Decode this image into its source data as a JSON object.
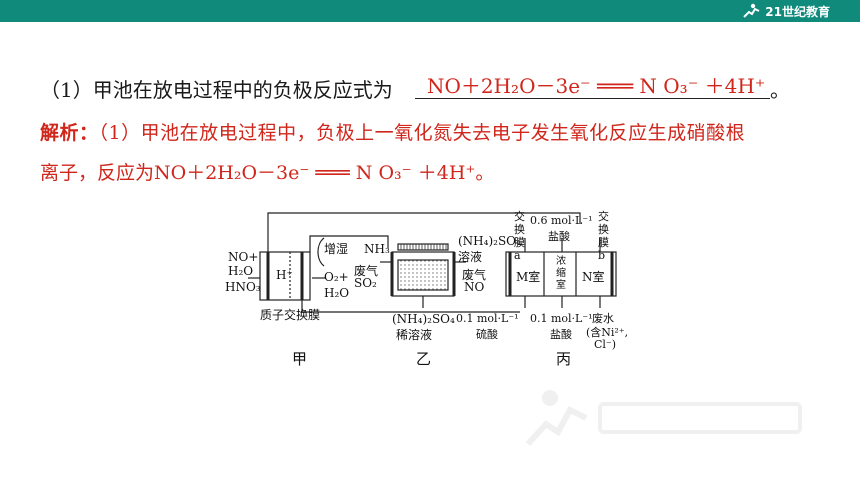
{
  "header": {
    "logo_text": "21世纪教育"
  },
  "question": {
    "text": "（1）甲池在放电过程中的负极反应式为",
    "answer": "NO＋2H₂O－3e⁻ ═══ N O₃⁻ ＋4H⁺",
    "end": "。"
  },
  "explanation": {
    "label": "解析：",
    "line1": "（1）甲池在放电过程中，负极上一氧化氮失去电子发生氧化反应生成硝酸根",
    "line2": "离子，反应为NO＋2H₂O－3e⁻ ═══ N O₃⁻ ＋4H⁺。"
  },
  "diagram": {
    "jia": {
      "inputs": "NO+\nH₂O",
      "hno3": "HNO₃",
      "cell_label": "H⁺",
      "membrane": "质子交换膜",
      "humid": "增湿",
      "o2": "O₂+",
      "h2o": "H₂O",
      "name": "甲"
    },
    "yi": {
      "nh3": "NH₃",
      "waste_gas": "废气",
      "so2": "SO₂",
      "out_top": "(NH₄)₂SO₄",
      "out_top2": "溶液",
      "out_gas": "废气",
      "out_no": "NO",
      "bottom": "(NH₄)₂SO₄",
      "bottom2": "稀溶液",
      "name": "乙"
    },
    "bing": {
      "membrane_a_1": "交",
      "membrane_a_2": "换",
      "membrane_a_3": "膜",
      "membrane_a_4": "a",
      "membrane_b_1": "交",
      "membrane_b_2": "换",
      "membrane_b_3": "膜",
      "membrane_b_4": "b",
      "top_conc": "0.6 mol·L⁻¹",
      "top_acid": "盐酸",
      "m_room": "M室",
      "mid_1": "浓",
      "mid_2": "缩",
      "mid_3": "室",
      "n_room": "N室",
      "bottom_left_conc": "0.1 mol·L⁻¹",
      "bottom_left_acid": "硫酸",
      "bottom_mid_conc": "0.1 mol·L⁻¹",
      "bottom_mid_acid": "盐酸",
      "waste_water": "废水",
      "contains": "(含Ni²⁺,",
      "cl": "Cl⁻)",
      "name": "丙"
    }
  },
  "colors": {
    "accent": "#0f8a7b",
    "answer_red": "#d0261b"
  }
}
